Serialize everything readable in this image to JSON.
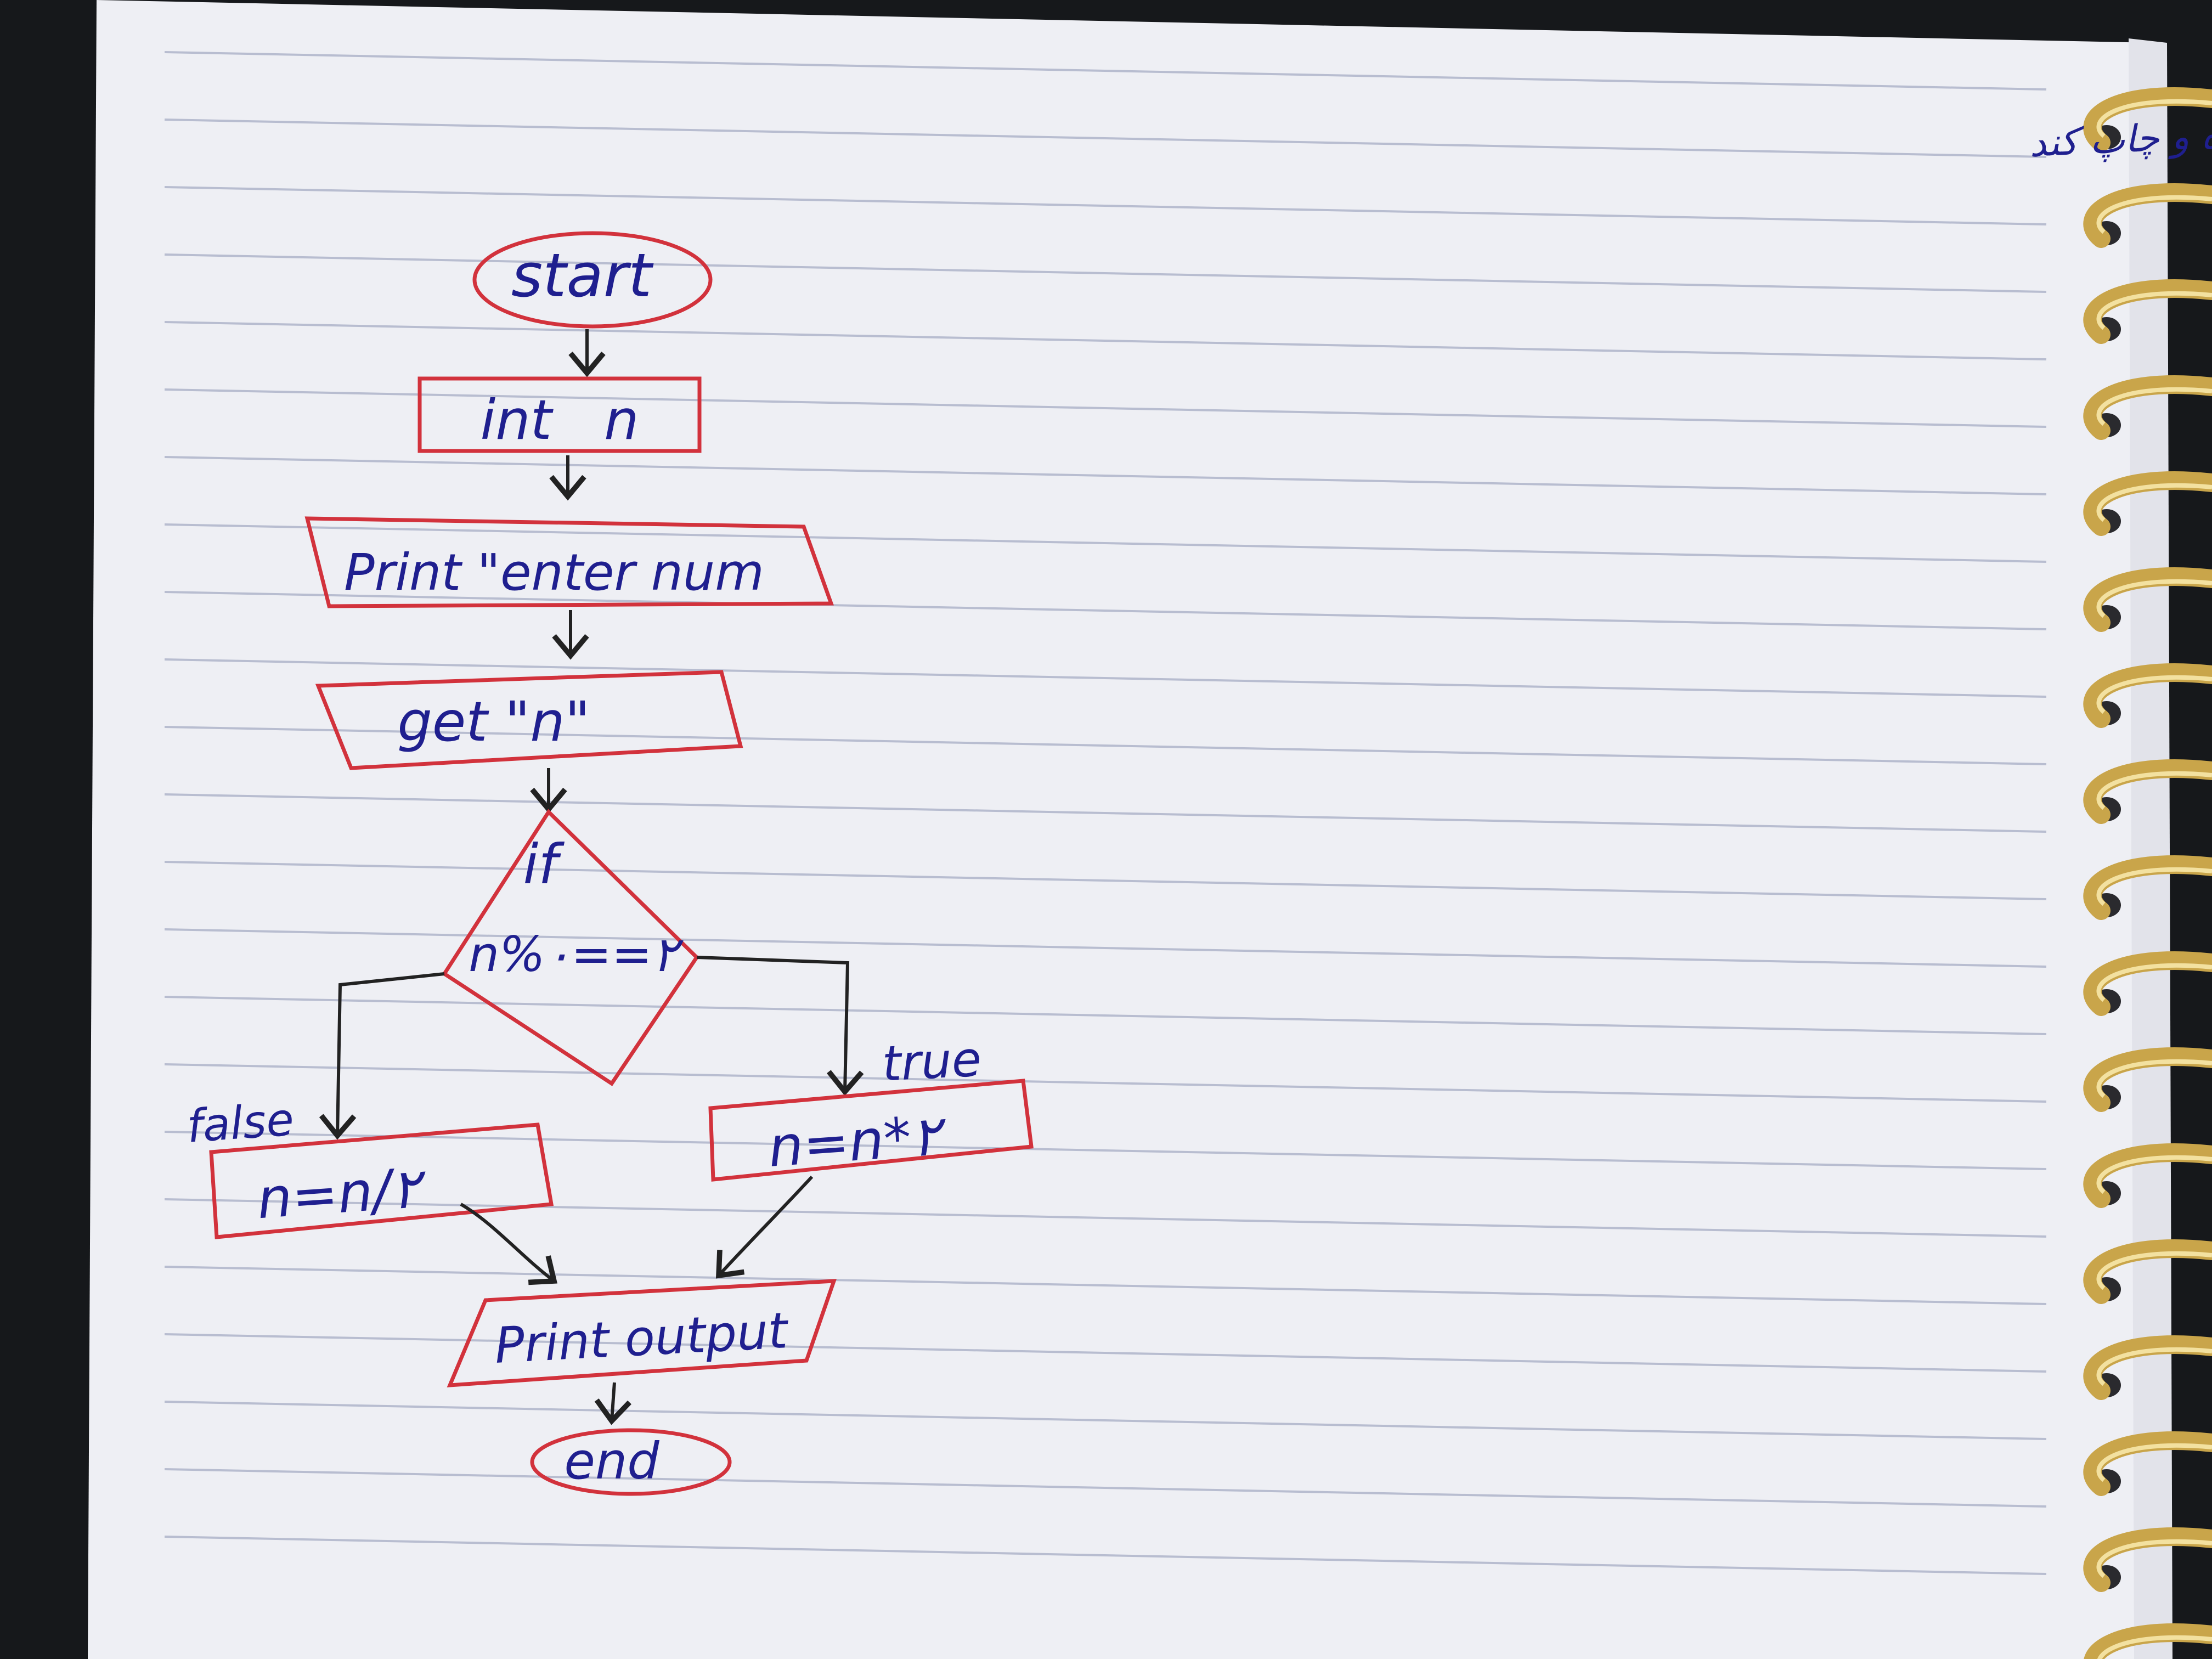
{
  "colors": {
    "ink": "#1f1f8f",
    "red_pen": "#d2323c",
    "black_pen": "#222222",
    "paper": "#eeeff4",
    "rule_line": "#b8bdd0",
    "ring_gold": "#c9a54a",
    "background": "#16181b"
  },
  "question": "فلوچارتی رسم کنید یک عدد ورودی بگیرد اگر زوج بود دو برابر اگر فرد بود نصف حاصل را ذخیره و چاپ کند",
  "flowchart": {
    "start": "start",
    "declare": "int   n",
    "prompt": "Print \"enter num",
    "input": "get \"n\"",
    "decision_keyword": "if",
    "decision_condition": "n%٢==٠",
    "false_label": "false",
    "true_label": "true",
    "false_action": "n=n/٢",
    "true_action": "n=n*٢",
    "output": "Print output",
    "end": "end"
  }
}
